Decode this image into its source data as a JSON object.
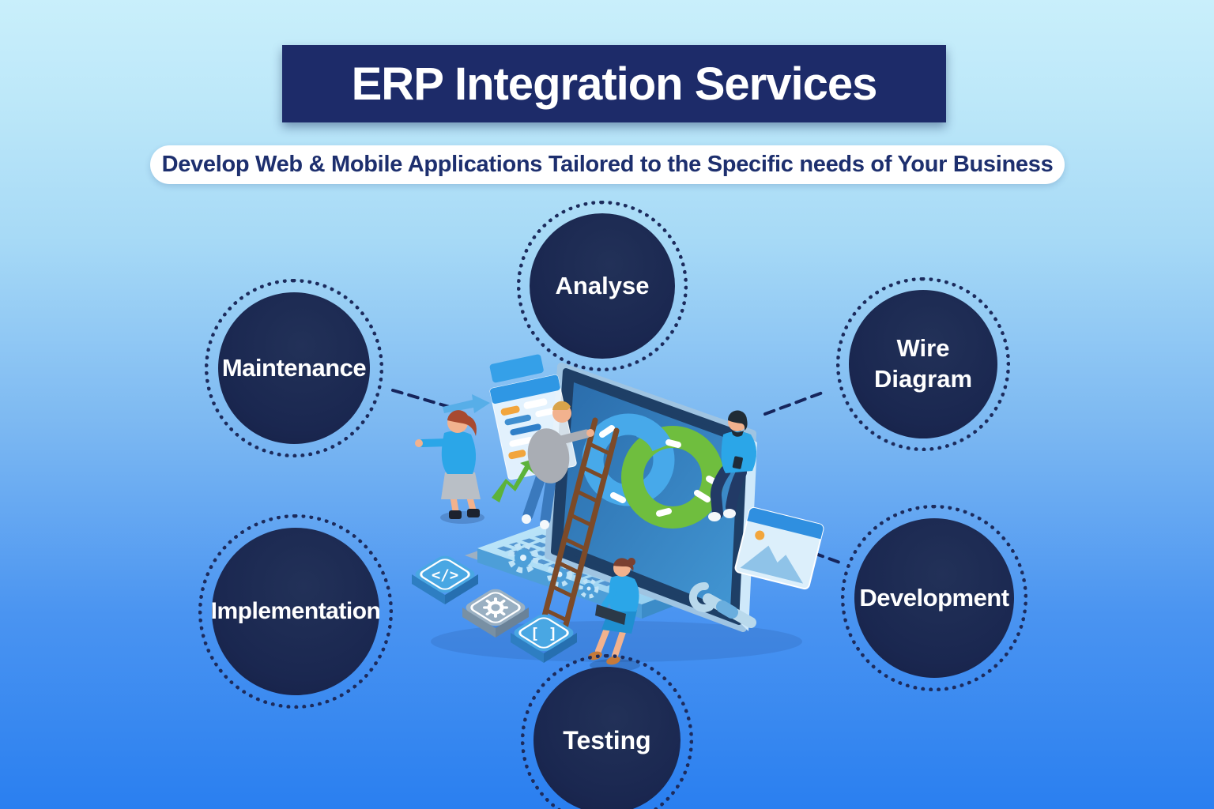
{
  "header": {
    "title": "ERP Integration Services",
    "subtitle": "Develop Web & Mobile Applications Tailored to the Specific needs of Your Business"
  },
  "nodes": [
    {
      "id": "analyse",
      "label": "Analyse"
    },
    {
      "id": "maintenance",
      "label": "Maintenance"
    },
    {
      "id": "wire-diagram",
      "label": "Wire Diagram"
    },
    {
      "id": "implementation",
      "label": "Implementation"
    },
    {
      "id": "development",
      "label": "Development"
    },
    {
      "id": "testing",
      "label": "Testing"
    }
  ],
  "illustration": {
    "icons": {
      "code_tile": "</>",
      "brackets_tile": "[ ]"
    }
  },
  "colors": {
    "background_top": "#c9effb",
    "background_bottom": "#2a7ff0",
    "banner_bg": "#1d2b69",
    "banner_text": "#ffffff",
    "subtitle_bg": "#ffffff",
    "subtitle_text": "#1d2f6e",
    "node_fill": "#1a2750",
    "node_ring": "#1c2b5c",
    "node_text": "#ffffff",
    "connector": "#16255c",
    "infinity_blue": "#47a9ea",
    "infinity_green": "#6fbe3e"
  }
}
